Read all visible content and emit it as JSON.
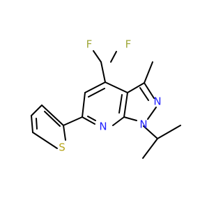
{
  "molecule": {
    "atoms": {
      "F1": {
        "symbol": "F"
      },
      "F2": {
        "symbol": "F"
      },
      "N1": {
        "symbol": "N"
      },
      "N2": {
        "symbol": "N"
      },
      "N3": {
        "symbol": "N"
      },
      "S1": {
        "symbol": "S"
      }
    },
    "colors": {
      "F": "#9fa73a",
      "N": "#1e1eff",
      "S": "#b7a51c",
      "bond": "#000000"
    }
  }
}
